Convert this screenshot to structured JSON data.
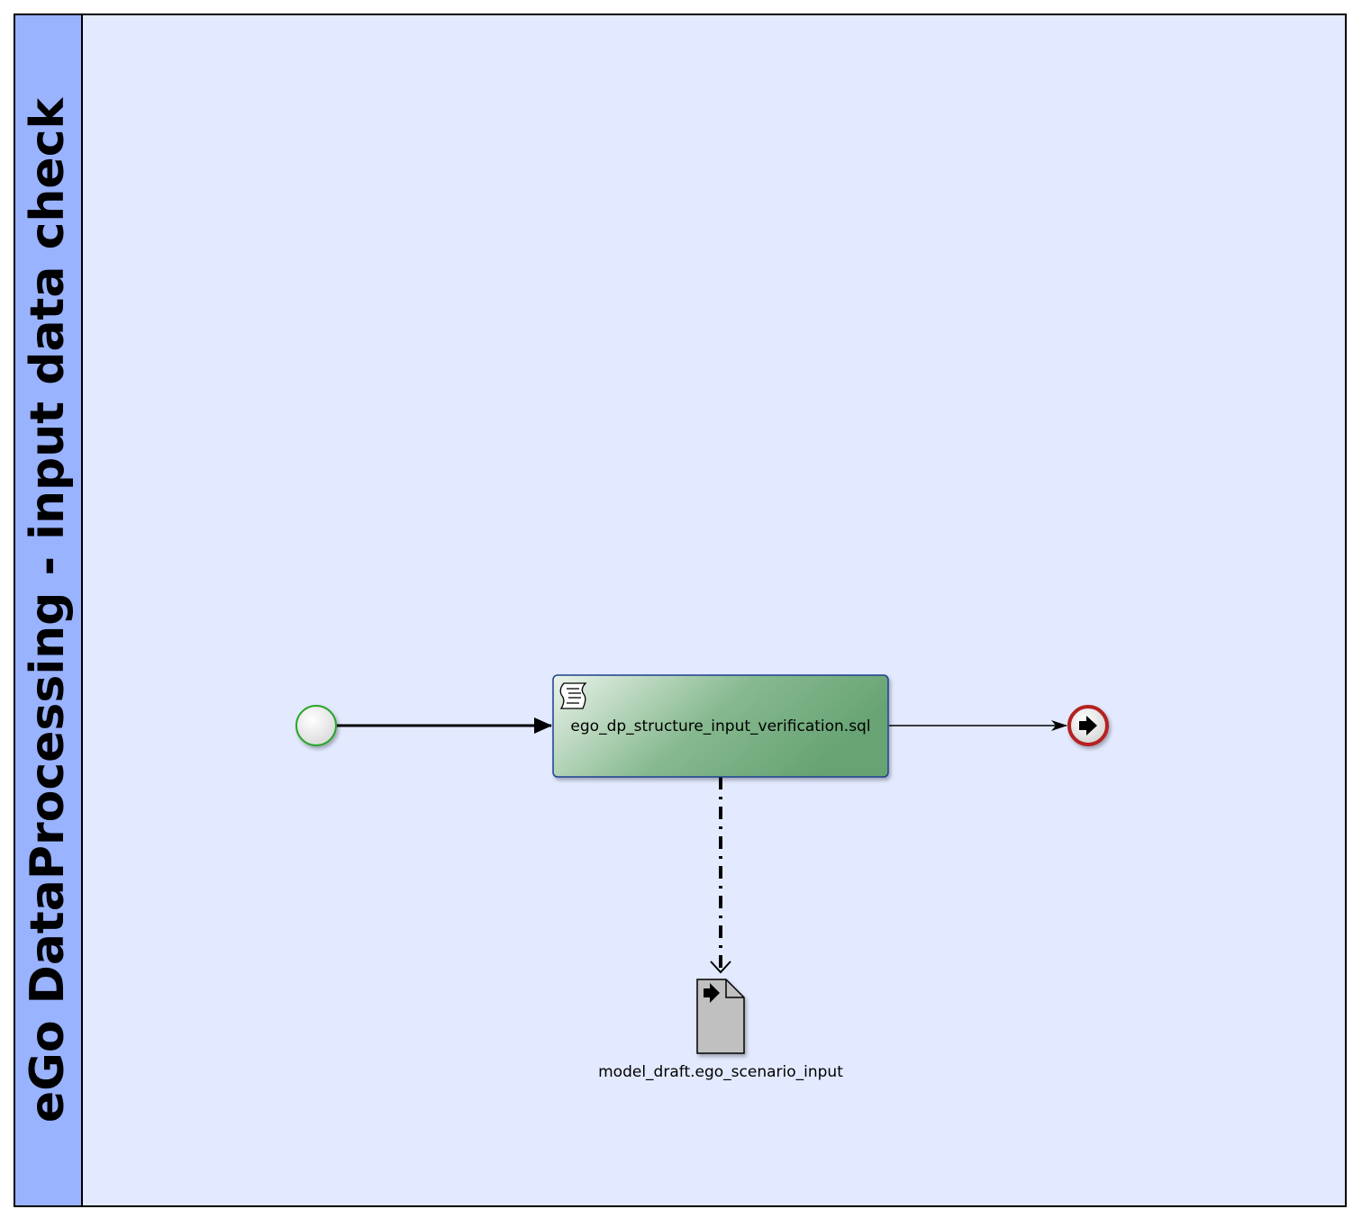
{
  "pool": {
    "title": "eGo DataProcessing - input data check"
  },
  "task": {
    "label": "ego_dp_structure_input_verification.sql",
    "type": "script-task",
    "icon": "script-icon"
  },
  "data_object": {
    "label": "model_draft.ego_scenario_input",
    "type": "data-output",
    "icon": "data-output-icon"
  },
  "start_event": {
    "icon": "start-event-icon"
  },
  "end_event": {
    "icon": "end-event-icon"
  },
  "colors": {
    "pool_header": "#99b3ff",
    "lane_fill": "#e3eaff",
    "task_gradient_start": "#e9f2e9",
    "task_gradient_end": "#6aa57a",
    "task_border": "#1f3f8f",
    "start_border": "#2aa52a",
    "end_border": "#b52020",
    "data_fill": "#c0c0c0"
  }
}
